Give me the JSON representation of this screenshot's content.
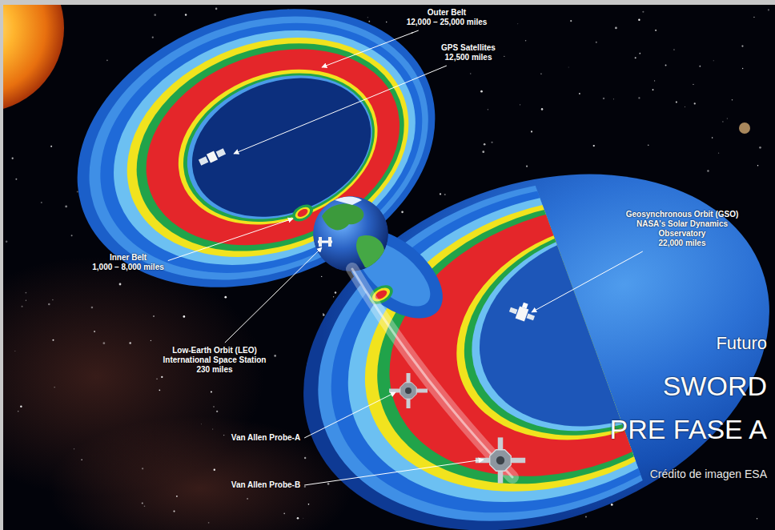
{
  "diagram": {
    "labels": [
      "Outer Belt",
      "12,000 – 25,000 miles",
      "GPS Satellites",
      "12,500 miles",
      "Inner Belt",
      "1,000 – 8,000 miles",
      "Geosynchronous Orbit (GSO)",
      "NASA's Solar Dynamics Observatory",
      "22,000 miles",
      "Low-Earth Orbit (LEO)",
      "International Space Station",
      "230 miles",
      "Van Allen Probe-A",
      "Van Allen Probe-B",
      "Futuro",
      "SWORD",
      "PRE FASE A",
      "Crédito de imagen ESA"
    ]
  }
}
